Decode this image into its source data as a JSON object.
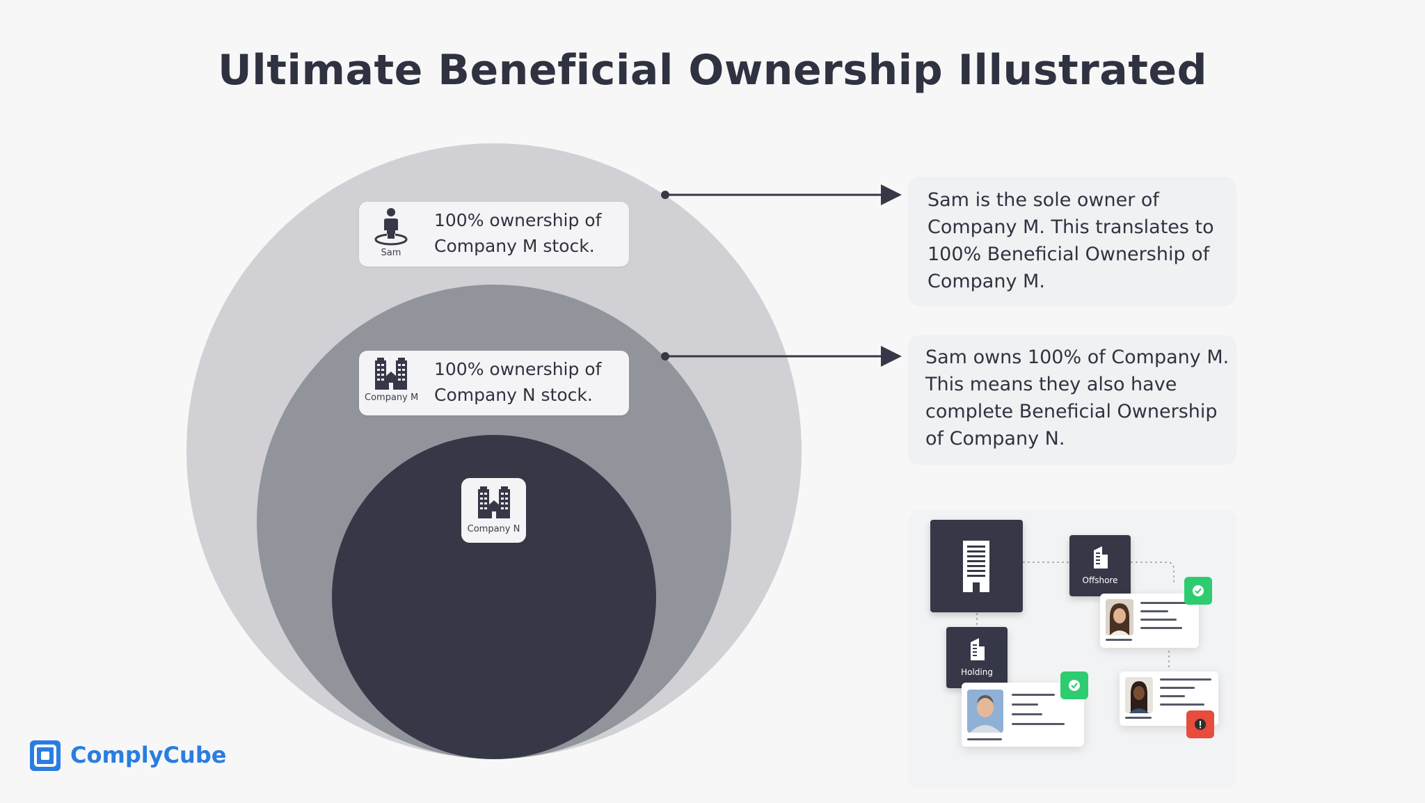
{
  "title": "Ultimate Beneficial Ownership Illustrated",
  "colors": {
    "outer_circle": "#d1d1d5",
    "middle_circle": "#92949c",
    "inner_circle": "#363848",
    "brand": "#2a7de1",
    "success": "#2ecc71",
    "alert": "#e74c3c"
  },
  "ownership_cards": [
    {
      "icon": "person-icon",
      "label": "Sam",
      "text": "100% ownership of Company M stock."
    },
    {
      "icon": "buildings-icon",
      "label": "Company M",
      "text": "100% ownership of Company N stock."
    }
  ],
  "inner_entity": {
    "icon": "buildings-icon",
    "label": "Company N"
  },
  "info_cards": [
    {
      "text": "Sam is the sole owner of Company M. This translates to 100% Beneficial Ownership of Company M."
    },
    {
      "text": "Sam owns 100% of Company M. This means they also have complete Beneficial Ownership of Company N."
    }
  ],
  "network": {
    "entities": [
      {
        "icon": "building-icon",
        "label": ""
      },
      {
        "icon": "building-icon",
        "label": "Offshore"
      },
      {
        "icon": "building-icon",
        "label": "Holding"
      }
    ],
    "people": [
      {
        "avatar": "woman-avatar",
        "status": "verified"
      },
      {
        "avatar": "man-avatar",
        "status": "verified"
      },
      {
        "avatar": "woman-avatar-2",
        "status": "alert"
      }
    ]
  },
  "logo": {
    "text": "ComplyCube",
    "icon": "complycube-logo-icon"
  }
}
